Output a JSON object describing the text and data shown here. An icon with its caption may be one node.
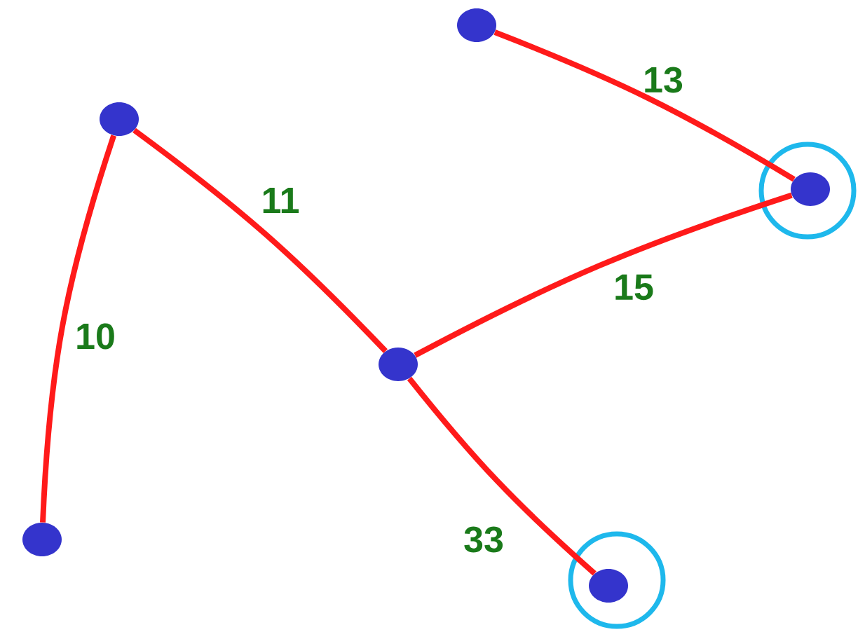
{
  "diagram": {
    "nodes": [
      {
        "text": [],
        "shape": "dot"
      },
      {
        "text": [],
        "shape": "dot"
      },
      {
        "text": [],
        "shape": "circle"
      },
      {
        "text": [],
        "shape": "dot",
        "in": 2
      },
      {
        "text": [],
        "shape": "dot"
      },
      {
        "text": [],
        "shape": "dot"
      },
      {
        "text": [],
        "shape": "circle"
      },
      {
        "text": [],
        "shape": "dot",
        "in": 6
      }
    ],
    "edges": [
      {
        "from": 1,
        "to": 5,
        "arrow": "none",
        "label": "10"
      },
      {
        "from": 1,
        "to": 4,
        "arrow": "none",
        "label": "11"
      },
      {
        "from": 0,
        "to": 3,
        "arrow": "none",
        "label": "13"
      },
      {
        "from": 4,
        "to": 3,
        "arrow": "none",
        "label": "15"
      },
      {
        "from": 4,
        "to": 7,
        "arrow": "none",
        "label": "33"
      }
    ]
  }
}
